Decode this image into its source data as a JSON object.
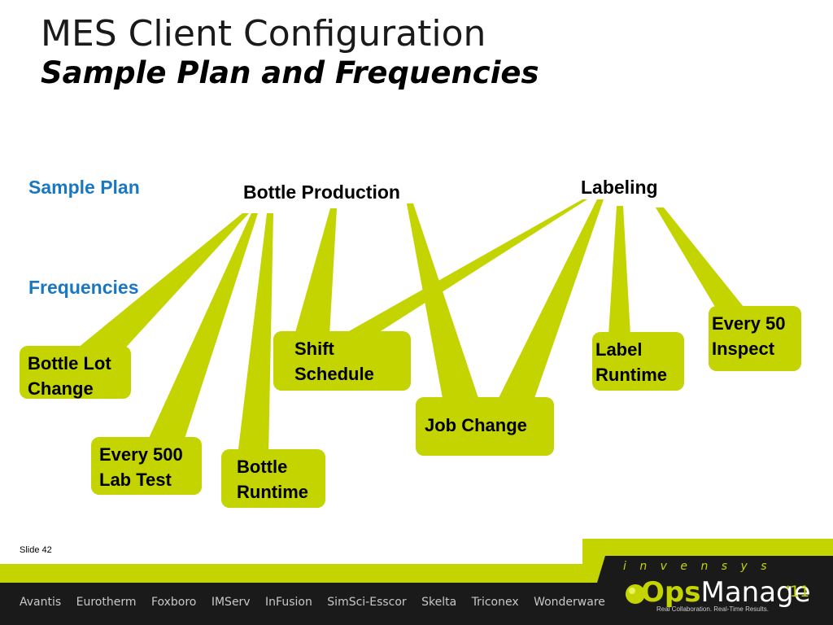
{
  "title": {
    "line1": "MES Client Configuration",
    "line2": "Sample Plan and Frequencies"
  },
  "labels": {
    "sample_plan": "Sample Plan",
    "frequencies": "Frequencies"
  },
  "groups": {
    "bottle_production": "Bottle Production",
    "labeling": "Labeling"
  },
  "frequencies": {
    "bottle_lot_change": [
      "Bottle Lot",
      "Change"
    ],
    "every_500_lab_test": [
      "Every 500",
      "Lab Test"
    ],
    "bottle_runtime": [
      "Bottle",
      "Runtime"
    ],
    "shift_schedule": [
      "Shift",
      "Schedule"
    ],
    "job_change": [
      "Job Change"
    ],
    "label_runtime": [
      "Label",
      "Runtime"
    ],
    "every_50_inspect": [
      "Every 50",
      "Inspect"
    ]
  },
  "colors": {
    "accent": "#c3d400",
    "blue_label": "#1a78c2",
    "footer_bg": "#1a1a1a"
  },
  "footer": {
    "slide": "Slide 42",
    "brands": [
      "Avantis",
      "Eurotherm",
      "Foxboro",
      "IMServ",
      "InFusion",
      "SimSci-Esscor",
      "Skelta",
      "Triconex",
      "Wonderware"
    ],
    "company": "i n v e n s y s",
    "product_ops": "Ops",
    "product_manage": "Manage",
    "year": "‘11",
    "tagline": "Real Collaboration. Real-Time Results."
  }
}
